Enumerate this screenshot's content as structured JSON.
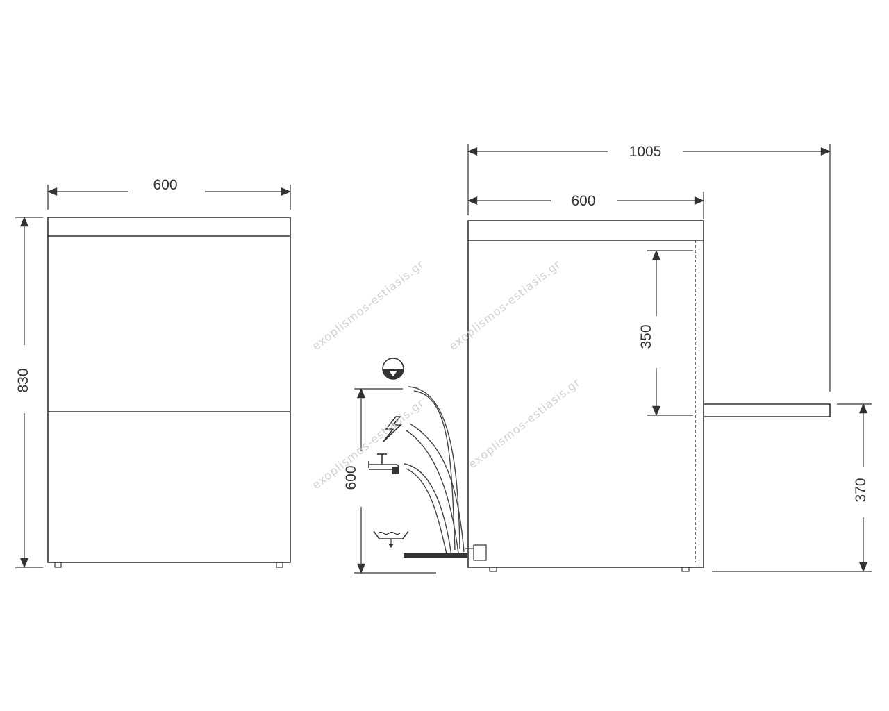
{
  "drawing": {
    "front_view": {
      "width_label": "600",
      "height_label": "830"
    },
    "side_view": {
      "depth_open_label": "1005",
      "depth_label": "600",
      "door_top_clearance_label": "350",
      "connection_height_label": "600",
      "door_open_height_label": "370"
    },
    "watermark": "exoplismos-estiasis.gr",
    "connection_icons": [
      "drain-pump-icon",
      "electric-icon",
      "water-tap-icon",
      "floor-drain-icon"
    ],
    "line_color": "#333333"
  }
}
